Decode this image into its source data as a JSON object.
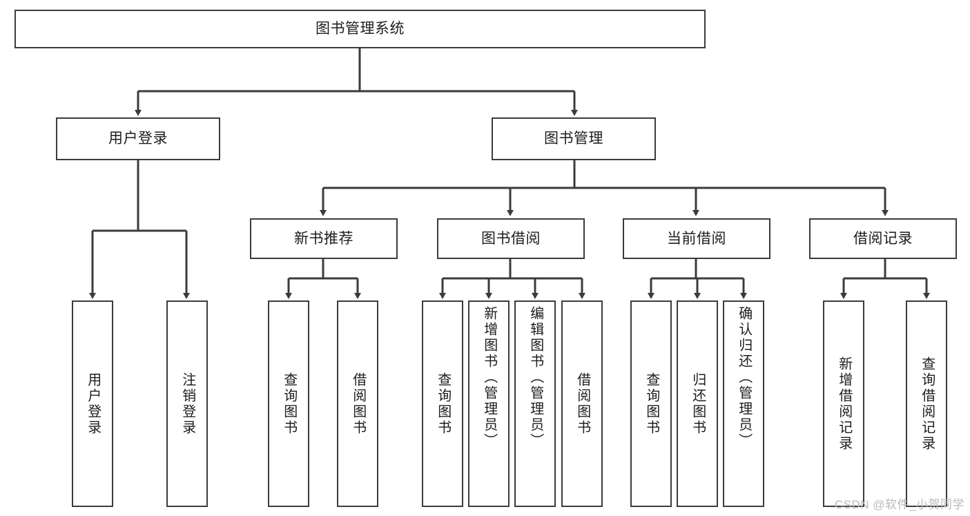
{
  "diagram": {
    "type": "tree-hierarchy",
    "title": "图书管理系统",
    "watermark": "CSDN @软件_小贺同学",
    "stroke_color": "#3b3b3b",
    "background_color": "#ffffff",
    "text_color": "#1d1d1d",
    "watermark_color": "#b9b9b9",
    "nodes": {
      "root": {
        "label": "图书管理系统",
        "orientation": "horizontal"
      },
      "level1": [
        {
          "id": "user-login",
          "label": "用户登录",
          "orientation": "horizontal"
        },
        {
          "id": "book-manage",
          "label": "图书管理",
          "orientation": "horizontal"
        }
      ],
      "level2": [
        {
          "id": "new-book-recommend",
          "label": "新书推荐",
          "orientation": "horizontal"
        },
        {
          "id": "book-borrow",
          "label": "图书借阅",
          "orientation": "horizontal"
        },
        {
          "id": "current-borrow",
          "label": "当前借阅",
          "orientation": "horizontal"
        },
        {
          "id": "borrow-record",
          "label": "借阅记录",
          "orientation": "horizontal"
        }
      ],
      "leaves": [
        {
          "id": "leaf-user-login",
          "parent": "user-login",
          "label": "用户登录",
          "orientation": "vertical"
        },
        {
          "id": "leaf-logout",
          "parent": "user-login",
          "label": "注销登录",
          "orientation": "vertical"
        },
        {
          "id": "leaf-query-book-1",
          "parent": "new-book-recommend",
          "label": "查询图书",
          "orientation": "vertical"
        },
        {
          "id": "leaf-borrow-book-1",
          "parent": "new-book-recommend",
          "label": "借阅图书",
          "orientation": "vertical"
        },
        {
          "id": "leaf-query-book-2",
          "parent": "book-borrow",
          "label": "查询图书",
          "orientation": "vertical"
        },
        {
          "id": "leaf-add-book",
          "parent": "book-borrow",
          "label": "新增图书（管理员）",
          "orientation": "vertical"
        },
        {
          "id": "leaf-edit-book",
          "parent": "book-borrow",
          "label": "编辑图书（管理员）",
          "orientation": "vertical"
        },
        {
          "id": "leaf-borrow-book-2",
          "parent": "book-borrow",
          "label": "借阅图书",
          "orientation": "vertical"
        },
        {
          "id": "leaf-query-book-3",
          "parent": "current-borrow",
          "label": "查询图书",
          "orientation": "vertical"
        },
        {
          "id": "leaf-return-book",
          "parent": "current-borrow",
          "label": "归还图书",
          "orientation": "vertical"
        },
        {
          "id": "leaf-confirm-return",
          "parent": "current-borrow",
          "label": "确认归还（管理员）",
          "orientation": "vertical"
        },
        {
          "id": "leaf-add-record",
          "parent": "borrow-record",
          "label": "新增借阅记录",
          "orientation": "vertical"
        },
        {
          "id": "leaf-query-record",
          "parent": "borrow-record",
          "label": "查询借阅记录",
          "orientation": "vertical"
        }
      ]
    }
  }
}
